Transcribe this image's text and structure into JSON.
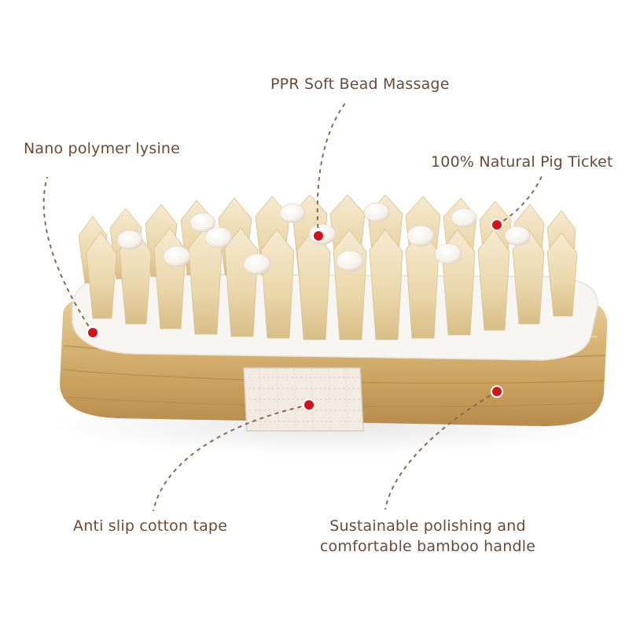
{
  "colors": {
    "label_text": "#6b4a35",
    "leader_line": "#8a6a52",
    "marker_dot": "#d0131d",
    "bamboo": "#d9b779",
    "bristle": "#eedcb4",
    "bead": "#ffffff",
    "cotton_tape": "#f1ebe2"
  },
  "callouts": [
    {
      "key": "beads",
      "text": "PPR Soft Bead Massage"
    },
    {
      "key": "polymer",
      "text": "Nano polymer lysine"
    },
    {
      "key": "bristles",
      "text": "100% Natural Pig Ticket"
    },
    {
      "key": "tape",
      "text": "Anti slip cotton tape"
    },
    {
      "key": "handle",
      "lines": [
        "Sustainable polishing and",
        "comfortable bamboo handle"
      ]
    }
  ]
}
